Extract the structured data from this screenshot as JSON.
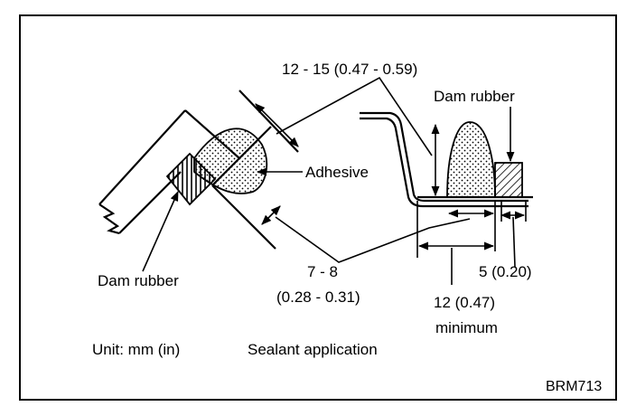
{
  "labels": {
    "dim_top": "12 - 15 (0.47 - 0.59)",
    "dam_rubber_right": "Dam rubber",
    "adhesive": "Adhesive",
    "dam_rubber_left": "Dam rubber",
    "dim_mid_line1": "7 - 8",
    "dim_mid_line2": "(0.28 - 0.31)",
    "dim_5": "5 (0.20)",
    "dim_12_line1": "12 (0.47)",
    "dim_12_line2": "minimum",
    "unit": "Unit: mm (in)",
    "caption": "Sealant application",
    "code": "BRM713"
  }
}
